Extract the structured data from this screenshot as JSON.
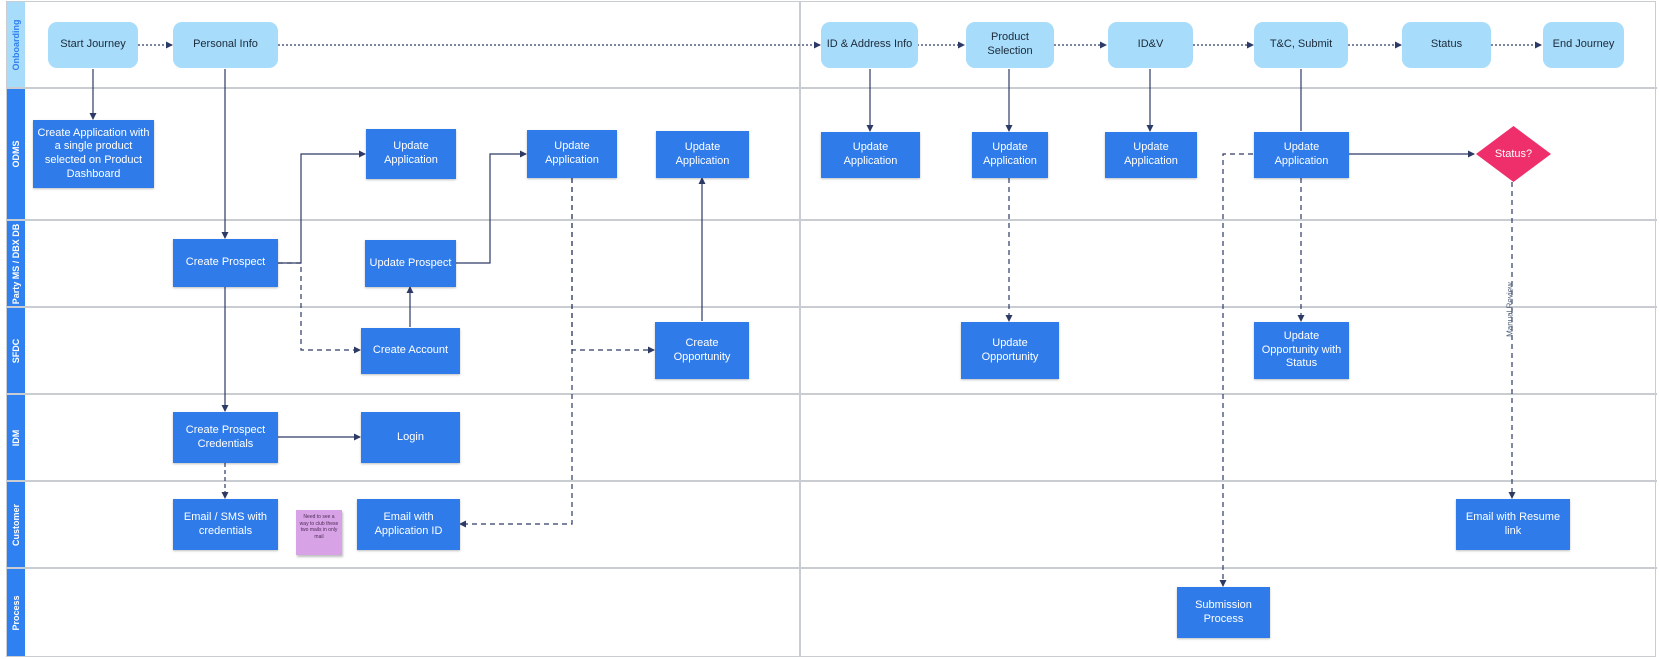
{
  "lanes": {
    "onboarding": "Onboarding",
    "odms": "ODMS",
    "party": "Party MS / DBX DB",
    "sfdc": "SFDC",
    "idm": "IDM",
    "customer": "Customer",
    "process": "Process"
  },
  "steps": {
    "start": "Start Journey",
    "personal": "Personal Info",
    "id_address": "ID & Address Info",
    "product": "Product Selection",
    "idv": "ID&V",
    "tc": "T&C, Submit",
    "status": "Status",
    "end": "End Journey"
  },
  "nodes": {
    "create_app": "Create Application with a single product selected on Product Dashboard",
    "update_app_1": "Update Application",
    "update_app_2": "Update Application",
    "update_app_3": "Update Application",
    "update_app_4": "Update Application",
    "update_app_5": "Update Application",
    "update_app_6": "Update Application",
    "update_app_7": "Update Application",
    "status_decision": "Status?",
    "create_prospect": "Create Prospect",
    "update_prospect": "Update Prospect",
    "create_account": "Create Account",
    "create_opportunity": "Create Opportunity",
    "update_opportunity": "Update Opportunity",
    "update_opp_status": "Update Opportunity with Status",
    "create_credentials": "Create Prospect Credentials",
    "login": "Login",
    "email_sms": "Email / SMS with credentials",
    "email_appid": "Email with Application ID",
    "email_resume": "Email with Resume link",
    "submission": "Submission Process"
  },
  "sticky_note": "Need to see a way to club these two mails in only mail",
  "edge_labels": {
    "manual_review": "Manual Review"
  },
  "colors": {
    "step_fill": "#a8dcfb",
    "process_fill": "#2f7bea",
    "decision_fill": "#ee2f6b",
    "lane_label_fill": "#2f80f0",
    "sticky_fill": "#d8a3e6",
    "connector": "#2d3a66"
  }
}
